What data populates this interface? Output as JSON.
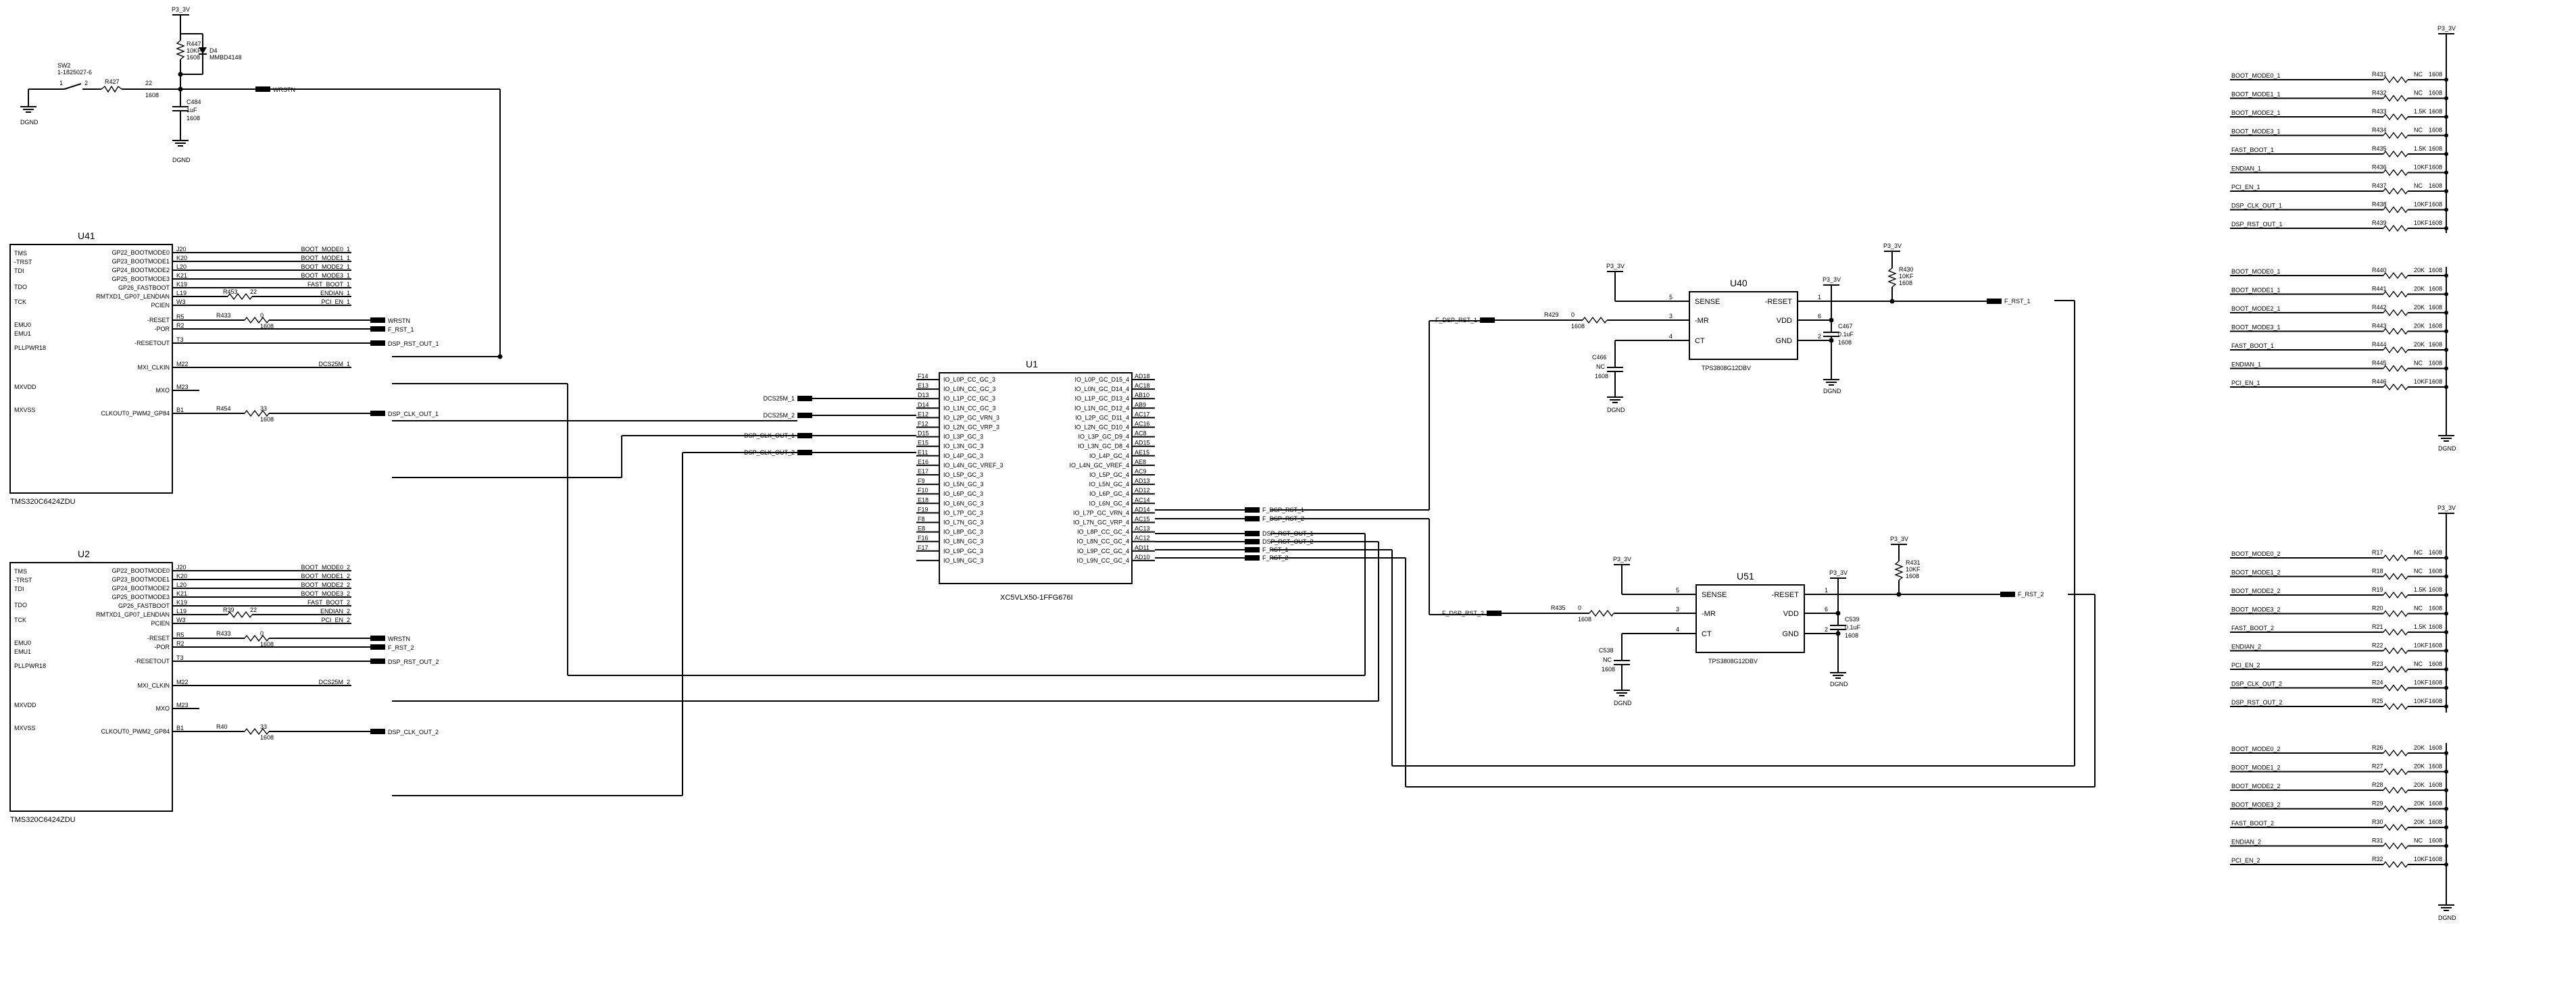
{
  "power": {
    "p33": "P3_3V",
    "dgnd": "DGND"
  },
  "sw2": {
    "ref": "SW2",
    "part": "1-1825027-6",
    "pin1": "1",
    "pin2": "2",
    "res": "R427",
    "val": "22",
    "pkg": "1608"
  },
  "r447": {
    "ref": "R447",
    "val": "10KF",
    "pkg": "1608"
  },
  "d4": {
    "ref": "D4",
    "part": "MMBD4148"
  },
  "c484": {
    "ref": "C484",
    "val": "1uF",
    "pkg": "1608"
  },
  "wrstn": "WRSTN",
  "u41": {
    "ref": "U41",
    "part": "TMS320C6424ZDU",
    "left_pins": [
      "TMS",
      "-TRST",
      "TDI",
      "TDO",
      "TCK",
      "EMU0",
      "EMU1",
      "PLLPWR18",
      "MXVDD",
      "MXVSS"
    ],
    "right_pins": [
      "GP22_BOOTMODE0",
      "GP23_BOOTMODE1",
      "GP24_BOOTMODE2",
      "GP25_BOOTMODE3",
      "GP26_FASTBOOT",
      "RMTXD1_GP07_LENDIAN",
      "PCIEN",
      "-RESET",
      "-POR",
      "-RESETOUT",
      "MXI_CLKIN",
      "MXO",
      "CLKOUT0_PWM2_GP84"
    ],
    "balls": [
      "J20",
      "K20",
      "L20",
      "K21",
      "K19",
      "L19",
      "W3",
      "R5",
      "R2",
      "T3",
      "M22",
      "M23",
      "B1"
    ],
    "nets": [
      "BOOT_MODE0_1",
      "BOOT_MODE1_1",
      "BOOT_MODE2_1",
      "BOOT_MODE3_1",
      "FAST_BOOT_1",
      "ENDIAN_1",
      "PCI_EN_1"
    ],
    "r_endian": {
      "ref": "R453",
      "val": "22"
    },
    "r_reset": {
      "ref": "R433",
      "val": "0",
      "pkg": "1608"
    },
    "r_clk": {
      "ref": "R454",
      "val": "33",
      "pkg": "1608"
    },
    "net_wrstn": "WRSTN",
    "net_frst": "F_RST_1",
    "net_rstout": "DSP_RST_OUT_1",
    "net_clkin": "DCS25M_1",
    "net_clkout": "DSP_CLK_OUT_1"
  },
  "u2": {
    "ref": "U2",
    "part": "TMS320C6424ZDU",
    "left_pins": [
      "TMS",
      "-TRST",
      "TDI",
      "TDO",
      "TCK",
      "EMU0",
      "EMU1",
      "PLLPWR18",
      "MXVDD",
      "MXVSS"
    ],
    "right_pins": [
      "GP22_BOOTMODE0",
      "GP23_BOOTMODE1",
      "GP24_BOOTMODE2",
      "GP25_BOOTMODE3",
      "GP26_FASTBOOT",
      "RMTXD1_GP07_LENDIAN",
      "PCIEN",
      "-RESET",
      "-POR",
      "-RESETOUT",
      "MXI_CLKIN",
      "MXO",
      "CLKOUT0_PWM2_GP84"
    ],
    "balls": [
      "J20",
      "K20",
      "L20",
      "K21",
      "K19",
      "L19",
      "W3",
      "R5",
      "R2",
      "T3",
      "M22",
      "M23",
      "B1"
    ],
    "nets": [
      "BOOT_MODE0_2",
      "BOOT_MODE1_2",
      "BOOT_MODE2_2",
      "BOOT_MODE3_2",
      "FAST_BOOT_2",
      "ENDIAN_2",
      "PCI_EN_2"
    ],
    "r_endian": {
      "ref": "R39",
      "val": "22"
    },
    "r_reset": {
      "ref": "R433",
      "val": "0",
      "pkg": "1608"
    },
    "r_clk": {
      "ref": "R40",
      "val": "33",
      "pkg": "1608"
    },
    "net_wrstn": "WRSTN",
    "net_frst": "F_RST_2",
    "net_rstout": "DSP_RST_OUT_2",
    "net_clkin": "DCS25M_2",
    "net_clkout": "DSP_CLK_OUT_2"
  },
  "u1": {
    "ref": "U1",
    "part": "XC5VLX50-1FFG676I",
    "left_balls": [
      "F14",
      "E13",
      "D13",
      "D14",
      "E12",
      "F12",
      "D15",
      "E15",
      "E11",
      "E16",
      "E17",
      "F9",
      "F10",
      "E18",
      "F19",
      "F8",
      "E8",
      "F16",
      "F17"
    ],
    "left_pins": [
      "IO_L0P_CC_GC_3",
      "IO_L0N_CC_GC_3",
      "IO_L1P_CC_GC_3",
      "IO_L1N_CC_GC_3",
      "IO_L2P_GC_VRN_3",
      "IO_L2N_GC_VRP_3",
      "IO_L3P_GC_3",
      "IO_L3N_GC_3",
      "IO_L4P_GC_3",
      "IO_L4N_GC_VREF_3",
      "IO_L5P_GC_3",
      "IO_L5N_GC_3",
      "IO_L6P_GC_3",
      "IO_L6N_GC_3",
      "IO_L7P_GC_3",
      "IO_L7N_GC_3",
      "IO_L8P_GC_3",
      "IO_L8N_GC_3",
      "IO_L9P_GC_3",
      "IO_L9N_GC_3"
    ],
    "right_balls": [
      "AD18",
      "AC18",
      "AB10",
      "AB9",
      "AC17",
      "AC16",
      "AC8",
      "AD15",
      "AE15",
      "AE8",
      "AC9",
      "AD13",
      "AD12",
      "AC14",
      "AD14",
      "AC15",
      "AC13",
      "AC12",
      "AD11",
      "AD10"
    ],
    "right_pins": [
      "IO_L0P_GC_D15_4",
      "IO_L0N_GC_D14_4",
      "IO_L1P_GC_D13_4",
      "IO_L1N_GC_D12_4",
      "IO_L2P_GC_D11_4",
      "IO_L2N_GC_D10_4",
      "IO_L3P_GC_D9_4",
      "IO_L3N_GC_D8_4",
      "IO_L4P_GC_4",
      "IO_L4N_GC_VREF_4",
      "IO_L5P_GC_4",
      "IO_L5N_GC_4",
      "IO_L6P_GC_4",
      "IO_L6N_GC_4",
      "IO_L7P_GC_VRN_4",
      "IO_L7N_GC_VRP_4",
      "IO_L8P_CC_GC_4",
      "IO_L8N_CC_GC_4",
      "IO_L9P_CC_GC_4",
      "IO_L9N_CC_GC_4"
    ],
    "left_nets": [
      "DCS25M_1",
      "DCS25M_2",
      "DSP_CLK_OUT_1",
      "DSP_CLK_OUT_2"
    ],
    "right_nets": [
      "F_DSP_RST_1",
      "F_DSP_RST_2",
      "DSP_RST_OUT_1",
      "DSP_RST_OUT_2",
      "F_RST_1",
      "F_RST_2"
    ]
  },
  "u40": {
    "ref": "U40",
    "part": "TPS3808G12DBV",
    "left_pins": [
      "SENSE",
      "-MR",
      "CT"
    ],
    "right_pins": [
      "-RESET",
      "VDD",
      "GND"
    ],
    "lnum": [
      "5",
      "3",
      "4"
    ],
    "rnum": [
      "1",
      "6",
      "2"
    ],
    "in_net": "F_DSP_RST_1",
    "out_net": "F_RST_1",
    "r_in": {
      "ref": "R429",
      "val": "0",
      "pkg": "1608"
    },
    "c_ct": {
      "ref": "C466",
      "val": "NC",
      "pkg": "1608"
    },
    "c_vdd": {
      "ref": "C467",
      "val": "0.1uF",
      "pkg": "1608"
    },
    "r_pu": {
      "ref": "R430",
      "val": "10KF",
      "pkg": "1608"
    }
  },
  "u51": {
    "ref": "U51",
    "part": "TPS3808G12DBV",
    "left_pins": [
      "SENSE",
      "-MR",
      "CT"
    ],
    "right_pins": [
      "-RESET",
      "VDD",
      "GND"
    ],
    "lnum": [
      "5",
      "3",
      "4"
    ],
    "rnum": [
      "1",
      "6",
      "2"
    ],
    "in_net": "F_DSP_RST_2",
    "out_net": "F_RST_2",
    "r_in": {
      "ref": "R435",
      "val": "0",
      "pkg": "1608"
    },
    "c_ct": {
      "ref": "C538",
      "val": "NC",
      "pkg": "1608"
    },
    "c_vdd": {
      "ref": "C539",
      "val": "0.1uF",
      "pkg": "1608"
    },
    "r_pu": {
      "ref": "R431",
      "val": "10KF",
      "pkg": "1608"
    }
  },
  "rb1": {
    "rows": [
      [
        "BOOT_MODE0_1",
        "R431",
        "NC",
        "1608"
      ],
      [
        "BOOT_MODE1_1",
        "R432",
        "NC",
        "1608"
      ],
      [
        "BOOT_MODE2_1",
        "R433",
        "1.5K",
        "1608"
      ],
      [
        "BOOT_MODE3_1",
        "R434",
        "NC",
        "1608"
      ],
      [
        "FAST_BOOT_1",
        "R435",
        "1.5K",
        "1608"
      ],
      [
        "ENDIAN_1",
        "R436",
        "10KF",
        "1608"
      ],
      [
        "PCI_EN_1",
        "R437",
        "NC",
        "1608"
      ],
      [
        "DSP_CLK_OUT_1",
        "R438",
        "10KF",
        "1608"
      ],
      [
        "DSP_RST_OUT_1",
        "R439",
        "10KF",
        "1608"
      ]
    ]
  },
  "rb2": {
    "rows": [
      [
        "BOOT_MODE0_1",
        "R440",
        "20K",
        "1608"
      ],
      [
        "BOOT_MODE1_1",
        "R441",
        "20K",
        "1608"
      ],
      [
        "BOOT_MODE2_1",
        "R442",
        "20K",
        "1608"
      ],
      [
        "BOOT_MODE3_1",
        "R443",
        "20K",
        "1608"
      ],
      [
        "FAST_BOOT_1",
        "R444",
        "20K",
        "1608"
      ],
      [
        "ENDIAN_1",
        "R445",
        "NC",
        "1608"
      ],
      [
        "PCI_EN_1",
        "R446",
        "10KF",
        "1608"
      ]
    ]
  },
  "rb3": {
    "rows": [
      [
        "BOOT_MODE0_2",
        "R17",
        "NC",
        "1608"
      ],
      [
        "BOOT_MODE1_2",
        "R18",
        "NC",
        "1608"
      ],
      [
        "BOOT_MODE2_2",
        "R19",
        "1.5K",
        "1608"
      ],
      [
        "BOOT_MODE3_2",
        "R20",
        "NC",
        "1608"
      ],
      [
        "FAST_BOOT_2",
        "R21",
        "1.5K",
        "1608"
      ],
      [
        "ENDIAN_2",
        "R22",
        "10KF",
        "1608"
      ],
      [
        "PCI_EN_2",
        "R23",
        "NC",
        "1608"
      ],
      [
        "DSP_CLK_OUT_2",
        "R24",
        "10KF",
        "1608"
      ],
      [
        "DSP_RST_OUT_2",
        "R25",
        "10KF",
        "1608"
      ]
    ]
  },
  "rb4": {
    "rows": [
      [
        "BOOT_MODE0_2",
        "R26",
        "20K",
        "1608"
      ],
      [
        "BOOT_MODE1_2",
        "R27",
        "20K",
        "1608"
      ],
      [
        "BOOT_MODE2_2",
        "R28",
        "20K",
        "1608"
      ],
      [
        "BOOT_MODE3_2",
        "R29",
        "20K",
        "1608"
      ],
      [
        "FAST_BOOT_2",
        "R30",
        "20K",
        "1608"
      ],
      [
        "ENDIAN_2",
        "R31",
        "NC",
        "1608"
      ],
      [
        "PCI_EN_2",
        "R32",
        "10KF",
        "1608"
      ]
    ]
  }
}
